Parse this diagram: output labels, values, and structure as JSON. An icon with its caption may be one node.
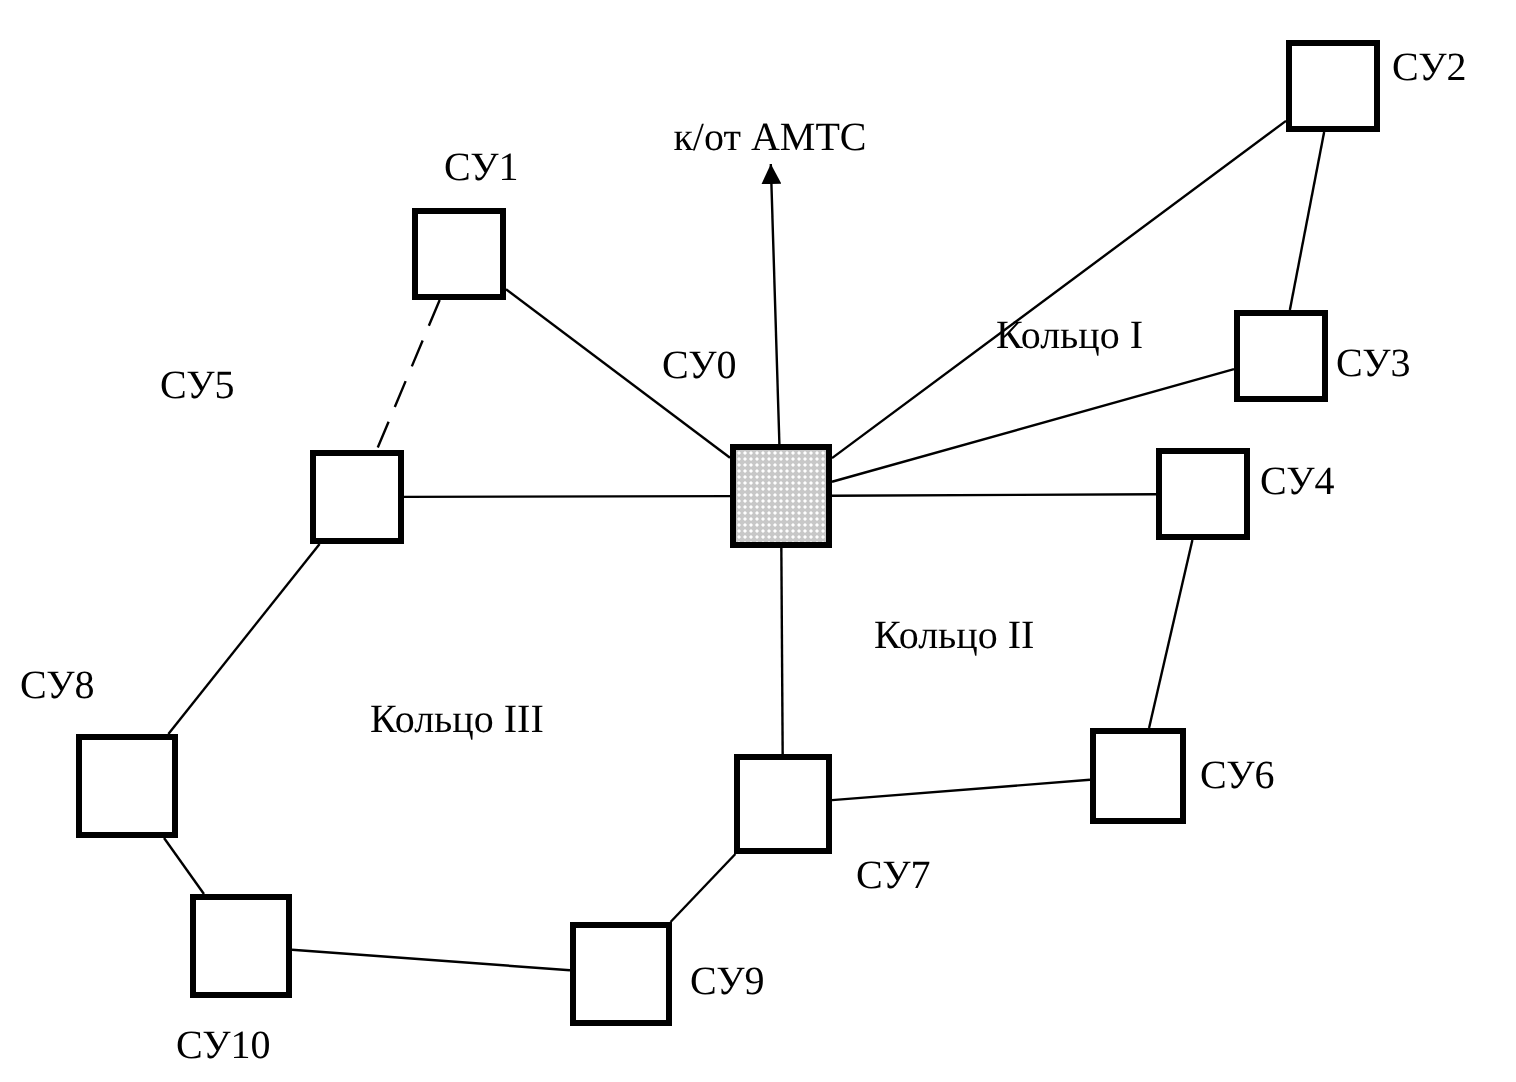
{
  "diagram": {
    "nodes": [
      {
        "text": [
          "к/от АМТС"
        ]
      },
      {
        "text": [],
        "shape": "box",
        "beside": [
          "СУ2"
        ]
      },
      {
        "text": [],
        "shape": "box",
        "beside": [
          "СУ1"
        ]
      },
      {
        "text": [],
        "shape": "box",
        "beside": [
          "СУ3"
        ]
      },
      {
        "text": [],
        "shape": "box",
        "beside": [
          "СУ0"
        ]
      },
      {
        "text": [],
        "shape": "box",
        "beside": [
          "СУ5"
        ]
      },
      {
        "text": [],
        "shape": "box",
        "beside": [
          "СУ4"
        ]
      },
      {
        "text": [],
        "shape": "box",
        "beside": [
          "СУ8"
        ]
      },
      {
        "text": [],
        "shape": "box",
        "beside": [
          "СУ6"
        ]
      },
      {
        "text": [],
        "shape": "box",
        "beside": [
          "СУ7"
        ]
      },
      {
        "text": [],
        "shape": "box",
        "beside": [
          "СУ10"
        ]
      },
      {
        "text": [],
        "shape": "box",
        "beside": [
          "СУ9"
        ]
      }
    ],
    "edges": [
      {
        "from": 4,
        "to": 0,
        "arrow": "to"
      },
      {
        "from": 4,
        "to": 2,
        "arrow": "none"
      },
      {
        "from": 4,
        "to": 1,
        "arrow": "none"
      },
      {
        "from": 1,
        "to": 3,
        "arrow": "none"
      },
      {
        "from": 4,
        "to": 3,
        "arrow": "none"
      },
      {
        "from": 4,
        "to": 5,
        "arrow": "none"
      },
      {
        "from": 4,
        "to": 6,
        "arrow": "none"
      },
      {
        "from": 4,
        "to": 9,
        "arrow": "none"
      },
      {
        "from": 2,
        "to": 5,
        "arrow": "none",
        "style": "dashed"
      },
      {
        "from": 5,
        "to": 7,
        "arrow": "none"
      },
      {
        "from": 7,
        "to": 10,
        "arrow": "none"
      },
      {
        "from": 10,
        "to": 11,
        "arrow": "none"
      },
      {
        "from": 11,
        "to": 9,
        "arrow": "none"
      },
      {
        "from": 9,
        "to": 8,
        "arrow": "none"
      },
      {
        "from": 8,
        "to": 6,
        "arrow": "none"
      }
    ],
    "labels": [
      "Кольцо I",
      "Кольцо II",
      "Кольцо III"
    ]
  }
}
